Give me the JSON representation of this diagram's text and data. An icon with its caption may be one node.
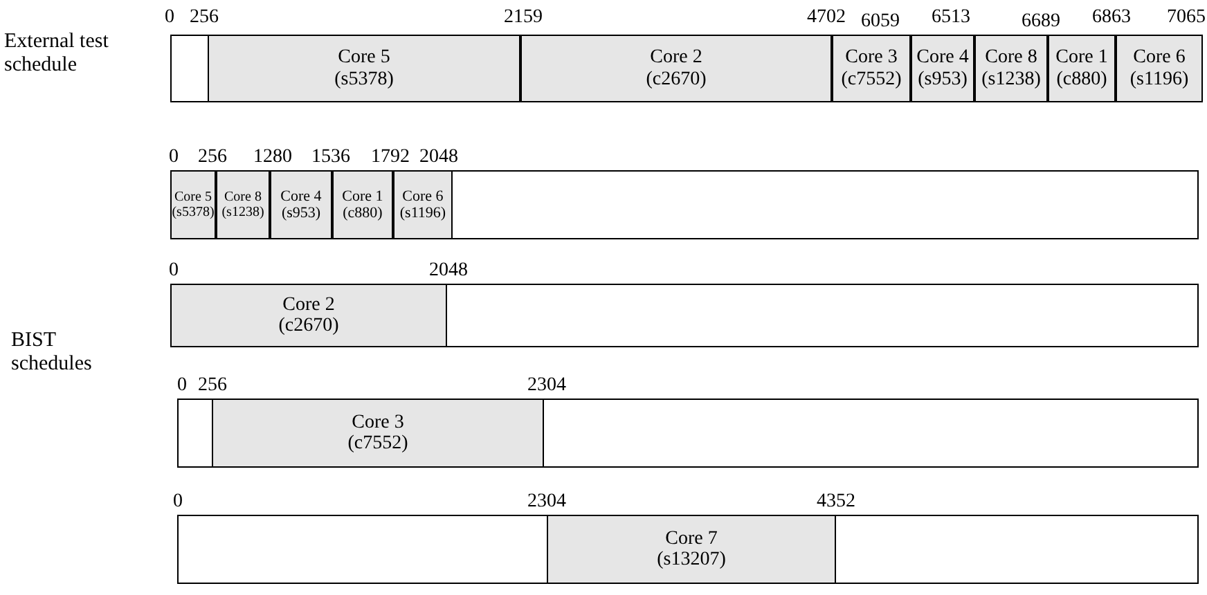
{
  "diagram": {
    "nodes": [
      {
        "text": [],
        "shape": "bar"
      },
      {
        "text": [
          "Core 5",
          "(s5378)"
        ],
        "in": 0
      },
      {
        "text": [
          "Core 2",
          "(c2670)"
        ],
        "in": 0
      },
      {
        "text": [
          "Core 3",
          "(c7552)"
        ],
        "in": 0
      },
      {
        "text": [
          "Core 4",
          "(s953)"
        ],
        "in": 0
      },
      {
        "text": [
          "Core 8",
          "(s1238)"
        ],
        "in": 0
      },
      {
        "text": [
          "Core 1",
          "(c880)"
        ],
        "in": 0
      },
      {
        "text": [
          "Core 6",
          "(s1196)"
        ],
        "in": 0
      },
      {
        "text": [],
        "shape": "bar"
      },
      {
        "text": [
          "Core 5",
          "(s5378)"
        ],
        "in": 8
      },
      {
        "text": [
          "Core 8",
          "(s1238)"
        ],
        "in": 8
      },
      {
        "text": [
          "Core 4",
          "(s953)"
        ],
        "in": 8
      },
      {
        "text": [
          "Core 1",
          "(c880)"
        ],
        "in": 8
      },
      {
        "text": [
          "Core 6",
          "(s1196)"
        ],
        "in": 8
      },
      {
        "text": [],
        "shape": "bar"
      },
      {
        "text": [
          "Core 2",
          "(c2670)"
        ],
        "in": 14
      },
      {
        "text": [],
        "shape": "bar"
      },
      {
        "text": [
          "Core 3",
          "(c7552)"
        ],
        "in": 16
      },
      {
        "text": [],
        "shape": "bar"
      },
      {
        "text": [
          "Core 7",
          "(s13207)"
        ],
        "in": 18
      }
    ],
    "labels": [
      "0",
      "256",
      "2159",
      "4702",
      "6059",
      "6513",
      "6689",
      "6863",
      "7065",
      "External test schedule",
      "0",
      "256",
      "1280",
      "1536",
      "1792",
      "2048",
      "0",
      "2048",
      "BIST schedules",
      "0",
      "256",
      "2304",
      "0",
      "2304",
      "4352"
    ]
  }
}
